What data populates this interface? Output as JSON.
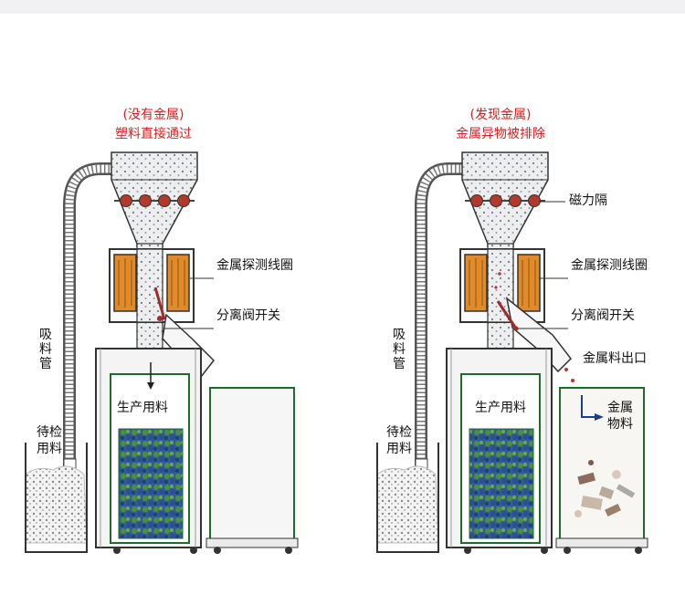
{
  "left": {
    "title_line1": "(没有金属)",
    "title_line2": "塑料直接通过",
    "label_coil": "金属探测线圈",
    "label_valve": "分离阀开关",
    "label_production": "生产用料",
    "label_suction": "吸料管",
    "label_waiting": "待检用料"
  },
  "right": {
    "title_line1": "(发现金属)",
    "title_line2": "金属异物被排除",
    "label_magnet": "磁力隔",
    "label_coil": "金属探测线圈",
    "label_valve": "分离阀开关",
    "label_outlet": "金属料出口",
    "label_production": "生产用料",
    "label_metal": "金属物料",
    "label_suction": "吸料管",
    "label_waiting": "待检用料"
  },
  "colors": {
    "title": "#d42020",
    "bin_frame": "#1f6b2a",
    "coil": "#e08a2a",
    "magnet": "#b23a2a",
    "valve": "#a12a2a"
  }
}
